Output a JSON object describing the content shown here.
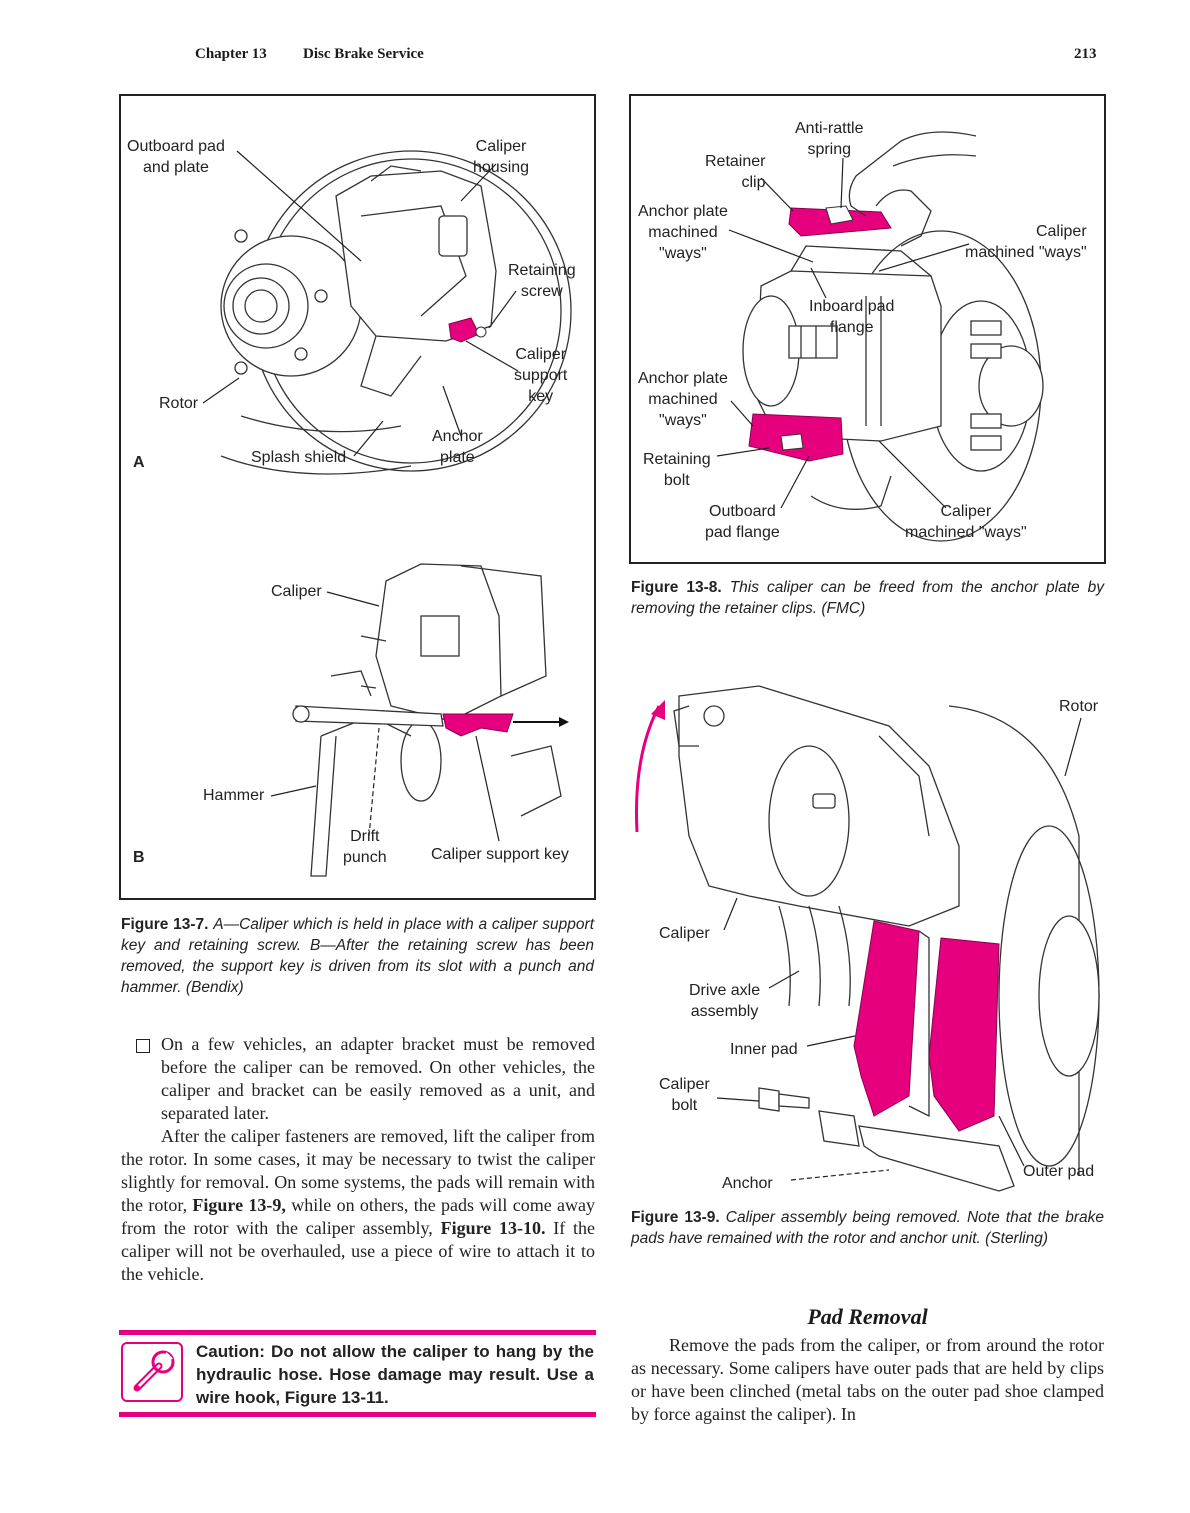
{
  "header": {
    "chapter": "Chapter  13",
    "title": "Disc Brake Service",
    "page_number": "213"
  },
  "fig7": {
    "panel_a": {
      "letter": "A",
      "labels": {
        "outboard_pad": "Outboard pad\nand plate",
        "caliper_housing": "Caliper\nhousing",
        "retaining_screw": "Retaining\nscrew",
        "caliper_support_key": "Caliper\nsupport\nkey",
        "rotor": "Rotor",
        "splash_shield": "Splash shield",
        "anchor_plate": "Anchor\nplate"
      }
    },
    "panel_b": {
      "letter": "B",
      "labels": {
        "caliper": "Caliper",
        "hammer": "Hammer",
        "drift_punch": "Drift\npunch",
        "caliper_support_key": "Caliper support key"
      }
    },
    "caption_label": "Figure 13-7.",
    "caption_text": "A—Caliper which is held in place with a caliper support key and retaining screw. B—After the retaining screw has been removed, the support key is driven from its slot with a punch and hammer. (Bendix)"
  },
  "fig8": {
    "labels": {
      "anti_rattle_spring": "Anti-rattle\nspring",
      "retainer_clip": "Retainer\nclip",
      "anchor_plate_ways_top": "Anchor plate\nmachined\n\"ways\"",
      "caliper_ways_top": "Caliper\nmachined \"ways\"",
      "inboard_pad_flange": "Inboard pad\nflange",
      "anchor_plate_ways_bottom": "Anchor plate\nmachined\n\"ways\"",
      "retaining_bolt": "Retaining\nbolt",
      "outboard_pad_flange": "Outboard\npad flange",
      "caliper_ways_bottom": "Caliper\nmachined \"ways\""
    },
    "caption_label": "Figure 13-8.",
    "caption_text": "This caliper can be freed from the anchor plate by removing the retainer clips. (FMC)"
  },
  "fig9": {
    "labels": {
      "rotor": "Rotor",
      "caliper": "Caliper",
      "drive_axle": "Drive axle\nassembly",
      "inner_pad": "Inner pad",
      "caliper_bolt": "Caliper\nbolt",
      "anchor": "Anchor",
      "outer_pad": "Outer pad"
    },
    "caption_label": "Figure 13-9.",
    "caption_text": "Caliper assembly being removed. Note that the brake pads have remained with the rotor and anchor unit. (Sterling)"
  },
  "body": {
    "bullet_text": "On a few vehicles, an adapter bracket must be removed before the caliper can be removed. On other vehicles, the caliper and bracket can be easily removed as a unit, and separated later.",
    "para_part1": "After the caliper fasteners are removed, lift the caliper from the rotor. In some cases, it may be necessary to twist the caliper slightly for removal. On some systems, the pads will remain with the rotor, ",
    "ref_fig9": "Figure 13-9,",
    "para_part2": " while on others, the pads will come away from the rotor with the caliper assembly, ",
    "ref_fig10": "Figure 13-10.",
    "para_part3": " If the caliper will not be overhauled, use a piece of wire to attach it to the vehicle."
  },
  "caution": {
    "text": "Caution: Do not allow the caliper to hang by the hydraulic hose. Hose damage may result. Use a wire hook, Figure 13-11."
  },
  "section": {
    "heading": "Pad Removal",
    "text": "Remove the pads from the caliper, or from around the rotor as necessary. Some calipers have outer pads that are held by clips or have been clinched (metal tabs on the outer pad shoe clamped by force against the caliper). In"
  },
  "colors": {
    "accent": "#e6007e",
    "text": "#1a1a1a"
  },
  "icons": {
    "caution": "wrench-icon"
  }
}
